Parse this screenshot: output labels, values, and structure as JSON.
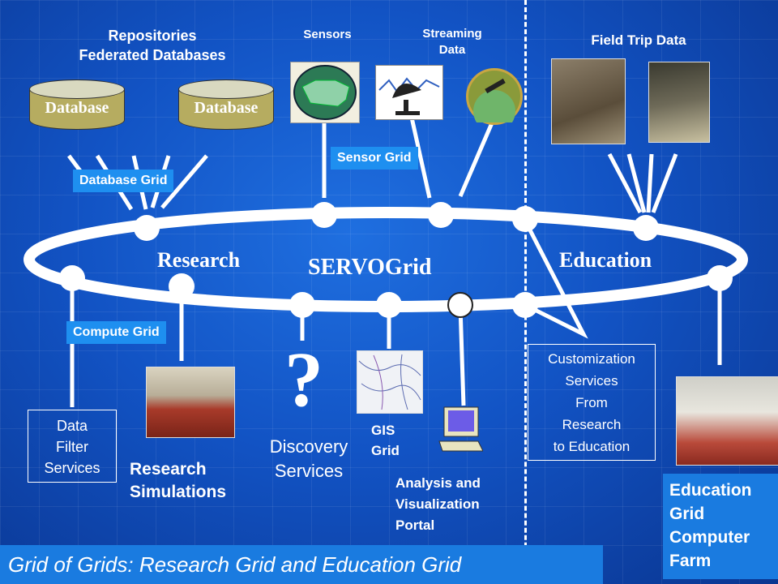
{
  "labels": {
    "repositories": "Repositories",
    "federated": "Federated Databases",
    "database1": "Database",
    "database2": "Database",
    "database_grid": "Database Grid",
    "sensors": "Sensors",
    "streaming": "Streaming",
    "streaming_data": "Data",
    "sensor_grid": "Sensor Grid",
    "field_trip": "Field Trip Data",
    "research": "Research",
    "servogrid": "SERVOGrid",
    "education": "Education",
    "compute_grid": "Compute Grid",
    "question": "?",
    "data_filter": [
      "Data",
      "Filter",
      "Services"
    ],
    "research_sim": [
      "Research",
      "Simulations"
    ],
    "discovery": [
      "Discovery",
      "Services"
    ],
    "gis": [
      "GIS",
      "Grid"
    ],
    "analysis": [
      "Analysis and",
      "Visualization",
      "Portal"
    ],
    "customization": [
      "Customization",
      "Services",
      "From",
      "Research",
      "to Education"
    ],
    "edu_farm": [
      "Education",
      "Grid",
      "Computer",
      "Farm"
    ],
    "footer": "Grid of Grids: Research Grid and Education Grid"
  },
  "colors": {
    "background": "#1253c4",
    "tag_blue": "#1e8ff0",
    "footer_bg": "#1a7be0",
    "ring": "#ffffff"
  }
}
